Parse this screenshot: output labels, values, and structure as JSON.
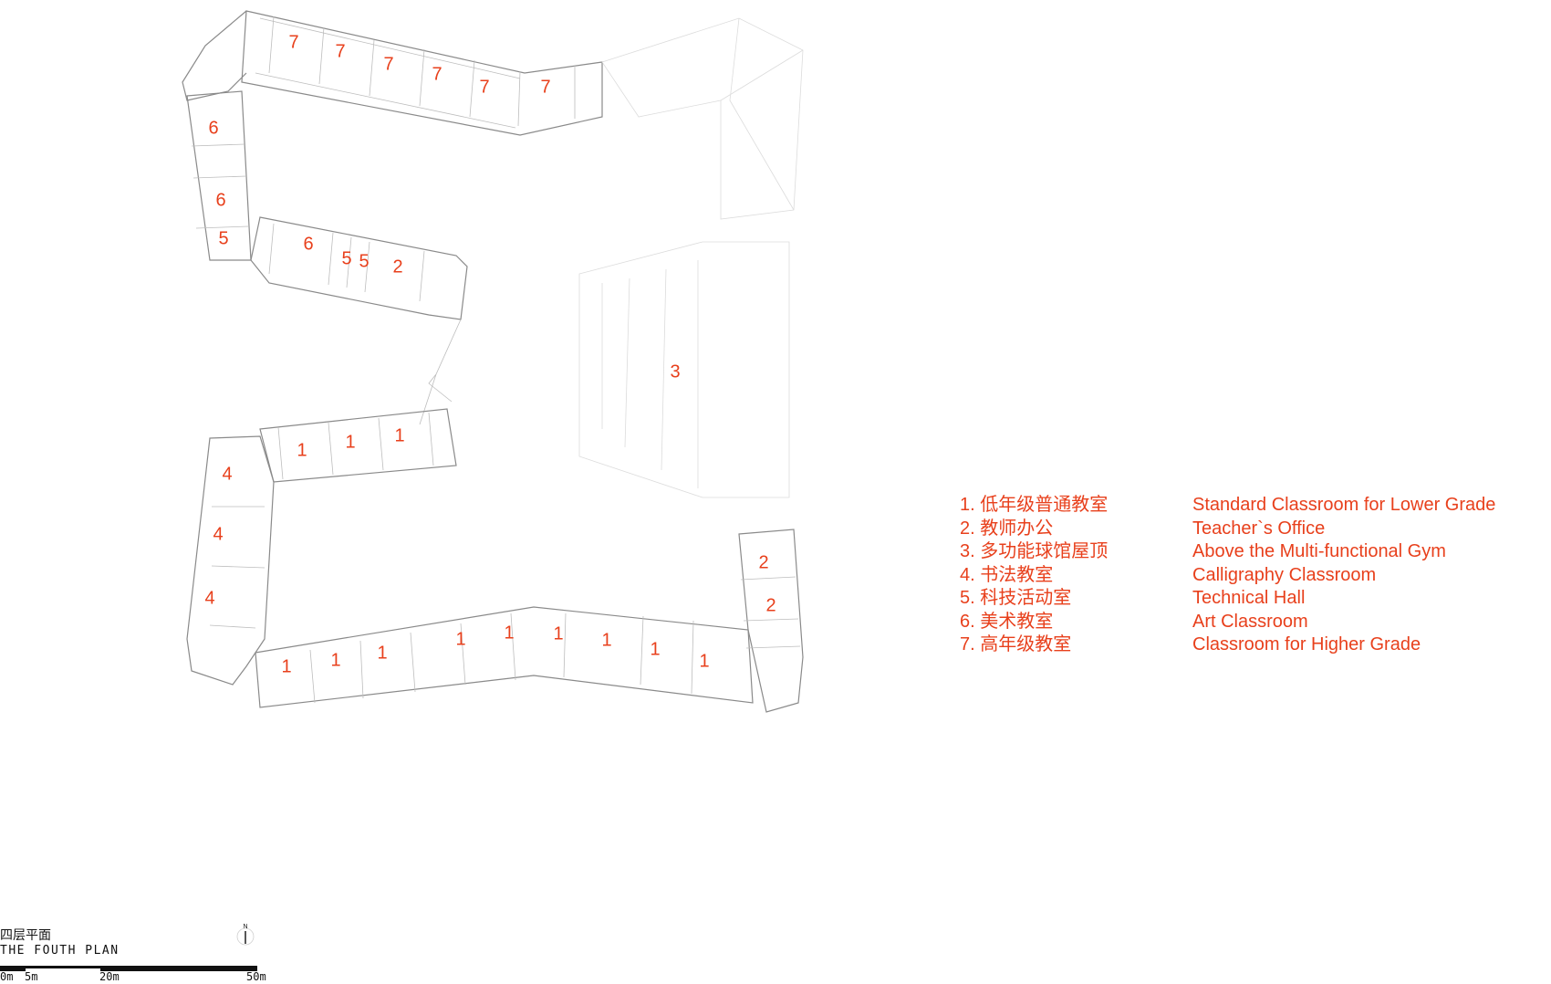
{
  "rooms": [
    {
      "id": "r7a",
      "label": "7"
    },
    {
      "id": "r7b",
      "label": "7"
    },
    {
      "id": "r7c",
      "label": "7"
    },
    {
      "id": "r7d",
      "label": "7"
    },
    {
      "id": "r7e",
      "label": "7"
    },
    {
      "id": "r7f",
      "label": "7"
    },
    {
      "id": "r6a",
      "label": "6"
    },
    {
      "id": "r6b",
      "label": "6"
    },
    {
      "id": "r5a",
      "label": "5"
    },
    {
      "id": "r6c",
      "label": "6"
    },
    {
      "id": "r5b",
      "label": "5"
    },
    {
      "id": "r5c",
      "label": "5"
    },
    {
      "id": "r2a",
      "label": "2"
    },
    {
      "id": "r3",
      "label": "3"
    },
    {
      "id": "r1a",
      "label": "1"
    },
    {
      "id": "r1b",
      "label": "1"
    },
    {
      "id": "r1c",
      "label": "1"
    },
    {
      "id": "r4a",
      "label": "4"
    },
    {
      "id": "r4b",
      "label": "4"
    },
    {
      "id": "r4c",
      "label": "4"
    },
    {
      "id": "r2b",
      "label": "2"
    },
    {
      "id": "r2c",
      "label": "2"
    },
    {
      "id": "r1d",
      "label": "1"
    },
    {
      "id": "r1e",
      "label": "1"
    },
    {
      "id": "r1f",
      "label": "1"
    },
    {
      "id": "r1g",
      "label": "1"
    },
    {
      "id": "r1h",
      "label": "1"
    },
    {
      "id": "r1i",
      "label": "1"
    },
    {
      "id": "r1j",
      "label": "1"
    },
    {
      "id": "r1k",
      "label": "1"
    },
    {
      "id": "r1l",
      "label": "1"
    }
  ],
  "legend": [
    {
      "cn": "1. 低年级普通教室",
      "en": "Standard Classroom for Lower Grade"
    },
    {
      "cn": "2. 教师办公",
      "en": "Teacher`s Office"
    },
    {
      "cn": "3. 多功能球馆屋顶",
      "en": "Above the Multi-functional Gym"
    },
    {
      "cn": "4. 书法教室",
      "en": "Calligraphy Classroom"
    },
    {
      "cn": "5. 科技活动室",
      "en": "Technical Hall"
    },
    {
      "cn": "6. 美术教室",
      "en": "Art Classroom"
    },
    {
      "cn": "7. 高年级教室",
      "en": "Classroom for Higher Grade"
    }
  ],
  "title": {
    "cn": "四层平面",
    "en": "THE FOUTH PLAN"
  },
  "scale": {
    "labels": [
      "0m",
      "5m",
      "20m",
      "50m"
    ]
  },
  "north": {
    "label": "N"
  },
  "colors": {
    "label": "#e8401c",
    "wall": "#8a8a8a"
  }
}
